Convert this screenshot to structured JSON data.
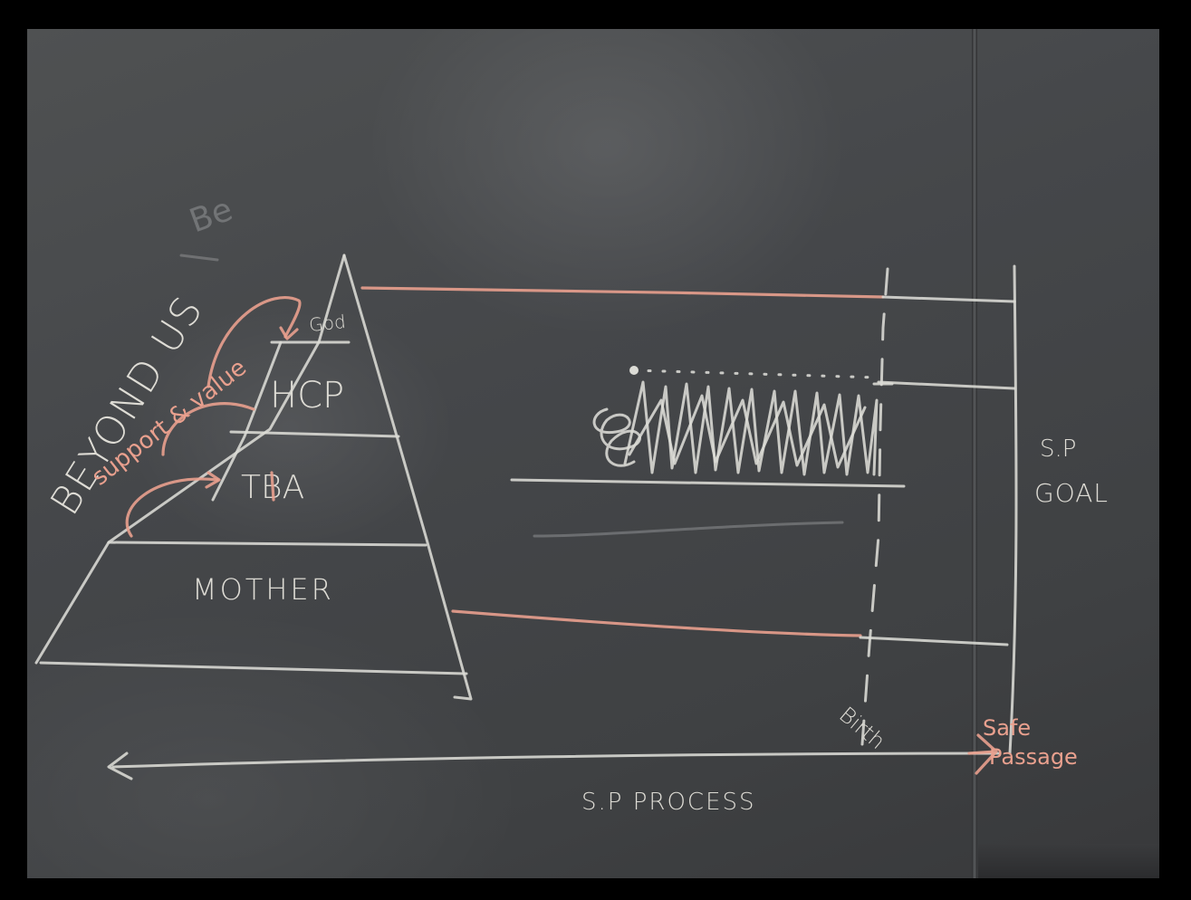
{
  "labels": {
    "god": "God",
    "hcp": "HCP",
    "tba": "TBA",
    "mother": "MOTHER",
    "beyond_us": "BEYOND US",
    "be": "Be",
    "support_value": "support & value",
    "sp_goal_line1": "S.P",
    "sp_goal_line2": "GOAL",
    "birth": "Birth",
    "safe": "Safe",
    "passage": "Passage",
    "sp_process": "S.P PROCESS"
  },
  "colors": {
    "board": "#45474a",
    "chalk_white": "#dcdcd6",
    "chalk_pink": "#e9a08e"
  }
}
